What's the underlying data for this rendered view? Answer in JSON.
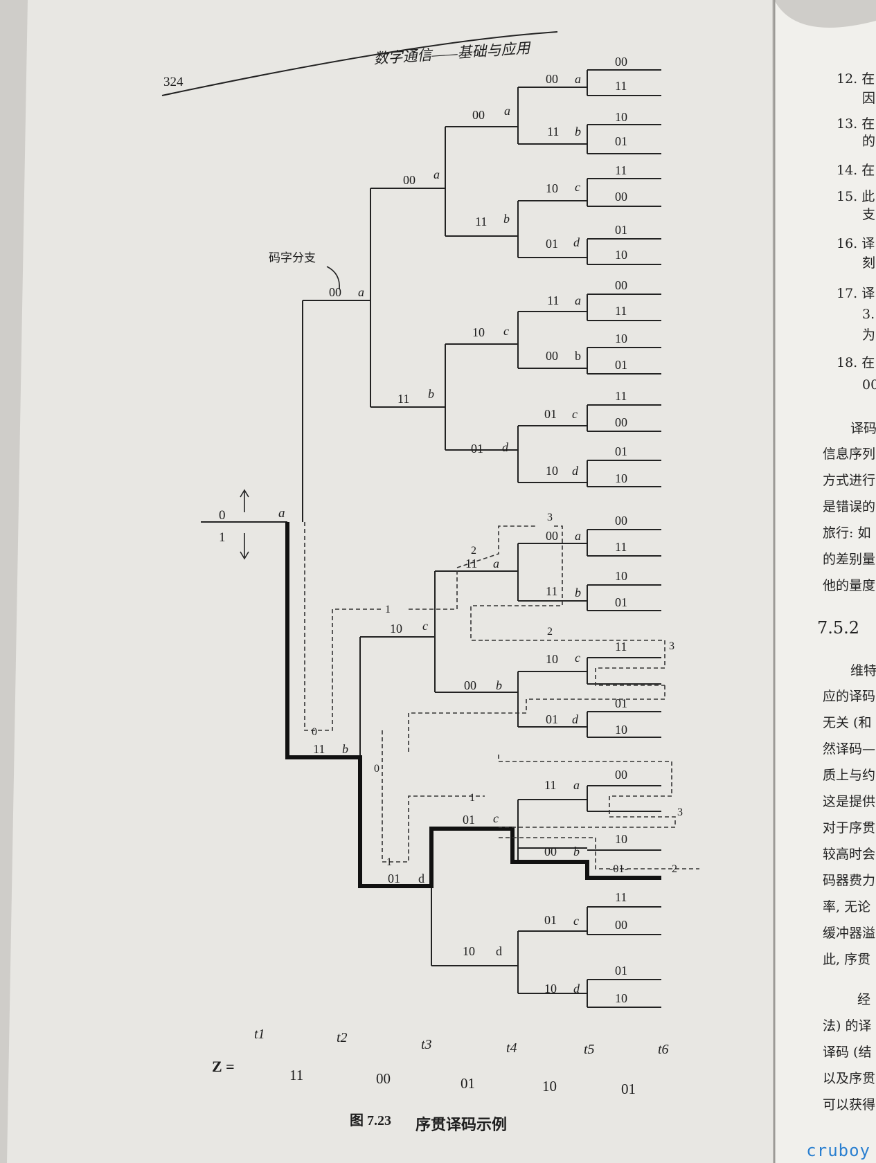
{
  "header": {
    "page_number": "324",
    "running_title": "数字通信——基础与应用"
  },
  "annotation": {
    "codeword_branch": "码字分支"
  },
  "input_axis": {
    "top": "0",
    "bottom": "1"
  },
  "time_labels": [
    "t1",
    "t2",
    "t3",
    "t4",
    "t5",
    "t6"
  ],
  "received_sequence": {
    "label": "Z =",
    "values": [
      "11",
      "00",
      "01",
      "10",
      "01"
    ]
  },
  "caption": {
    "number": "图 7.23",
    "text": "序贯译码示例"
  },
  "path_step_labels": [
    "0",
    "1",
    "1",
    "0",
    "1",
    "2",
    "3",
    "3",
    "3",
    "2",
    "-01-",
    "2"
  ],
  "right_page_fragment": [
    "12. 在",
    "因",
    "13. 在",
    "的",
    "14. 在",
    "15. 此",
    "支",
    "16. 译",
    "刻",
    "17. 译",
    "3.",
    "为",
    "18. 在",
    "00",
    "译码",
    "信息序列",
    "方式进行",
    "是错误的",
    "旅行: 如",
    "的差别量",
    "他的量度",
    "7.5.2",
    "维特",
    "应的译码",
    "无关 (和",
    "然译码—",
    "质上与约",
    "这是提供",
    "对于序贯",
    "较高时会",
    "码器费力",
    "率, 无论",
    "缓冲器溢",
    "此, 序贯",
    "经",
    "法) 的译",
    "译码 (结",
    "以及序贯",
    "可以获得"
  ],
  "watermark": "cruboy",
  "colors": {
    "ink": "#1d1d1d",
    "paper": "#e9e8e4",
    "watermark": "#2a7fd0"
  }
}
